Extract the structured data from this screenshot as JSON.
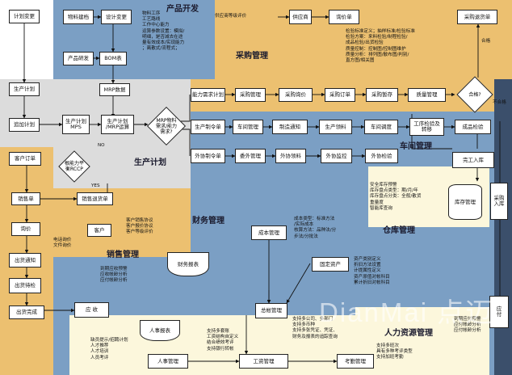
{
  "colors": {
    "blue": "#7b9fc4",
    "tan": "#ecc070",
    "lightyellow": "#fcf7dc",
    "gray": "#dcdcdc",
    "navy": "#3b4f6b"
  },
  "titles": {
    "product": "产品开发",
    "purchase": "采购管理",
    "workshop": "车间管理",
    "plan": "生产计划",
    "finance": "财务管理",
    "warehouse": "仓库管理",
    "sales": "销售管理",
    "hr": "人力资源管理"
  },
  "nodes": {
    "plan_change": "计划变更",
    "prod_plan": "生产计划",
    "add_plan": "追加计划",
    "mps": "生产计划\nMPS",
    "mrp_run": "生产计划\n/MRP运算",
    "material": "物料建档",
    "design_change": "设计变更",
    "rnd": "产品研发",
    "bom": "BOM表",
    "mrp_data": "MRP数据",
    "supplier": "供应商",
    "inquiry": "询价单",
    "purchase_return": "采购退货单",
    "supplier_eval": "供应商等级评价",
    "capacity_req": "能力需求计划",
    "purchase_mgmt": "采购管理",
    "purchase_inquiry": "采购询价",
    "purchase_order": "采购订单",
    "purchase_temp": "采购暂存",
    "quality": "质量管理",
    "work_order": "生产制令单",
    "workshop_mgmt": "车间管理",
    "mfg_notice": "制造通知",
    "pick": "生产领料",
    "dispatch": "车间调度",
    "transfer": "工序检验及\n转移",
    "finished_check": "成品检验",
    "outsource_order": "外协制令单",
    "outsource_mgmt": "委外管理",
    "outsource_pick": "外协领料",
    "outsource_monitor": "外协监控",
    "outsource_check": "外协检验",
    "complete_in": "完工入库",
    "purchase_in": "采购入库",
    "inventory": "库存管理",
    "customer_order": "客户订单",
    "sales_order": "销售单",
    "sales_return": "销售退货单",
    "quote": "询价",
    "customer": "客户",
    "ship_notice": "出货通知",
    "ship_wait": "出货待检",
    "ship_done": "出货完成",
    "receivable": "应  收",
    "payable": "应\n付",
    "finance_report": "财务报表",
    "cost_mgmt": "成本管理",
    "fixed_assets": "固定资产",
    "ledger": "总帐管理",
    "hr_report": "人事报表",
    "hr_mgmt": "人事管理",
    "payroll": "工资管理",
    "attendance": "考勤管理"
  },
  "decisions": {
    "mrp_demand": "MRP物料\n需求/能力\n需求?",
    "qualified": "合格?",
    "ccp": "根能力平\n衡RCCP"
  },
  "labels": {
    "yes": "YES",
    "no": "NO",
    "qualified_yes": "合格",
    "unqualified": "不合格"
  },
  "notes": {
    "product": "物料工序\n工艺路线\n工作中心能力\n运算参数设置：模拟/\n明细，是否减去在途\n量有效成本/实现能力\n；离散式/流程式；",
    "quality": "检验标准定义；抽样标准/检验标准\n检验方案：来料检验/制程检验/\n成品检验/出货检验\n质量控制：控制图/控制图维护\n质量分析：排列图/散布图/判别/\n直方图/相关图",
    "inventory": "安全库存预警\n库存盘点类型：期/月/年\n库存盘点分类：全般/散货\n重量度\n智能库查询",
    "sales": "客户销售协议\n客户报价协议\n客户等级评价",
    "quote": "电话询价\n文件询价",
    "cost": "成本类型：标准方法\n/实际成本\n核算方法：品种法/分\n步法/分批法",
    "finance": "到期应收预警\n应收帐龄分析\n应付帐龄分析",
    "assets": "资产类别定义\n折旧方法设置\n计提属性定义\n资产原值对帐科目\n累计折旧对帐科目",
    "ledger": "支持多公司、多部门\n支持多币种\n支持多张凭证、凭证、\n财务及报表的追踪查询",
    "payable": "到期应付预警\n应付帐龄分析\n应付帐龄分析",
    "hr": "缺员提示/招聘计划\n人才推荐\n人才培训\n人员考评",
    "payroll": "支持多套账\n工资结构自定义\n结合绩效考评\n支持银行转帐",
    "attendance": "支持多班次\n具有多种考评类型\n支持加班考勤"
  },
  "watermark": "DianMai 点迈"
}
